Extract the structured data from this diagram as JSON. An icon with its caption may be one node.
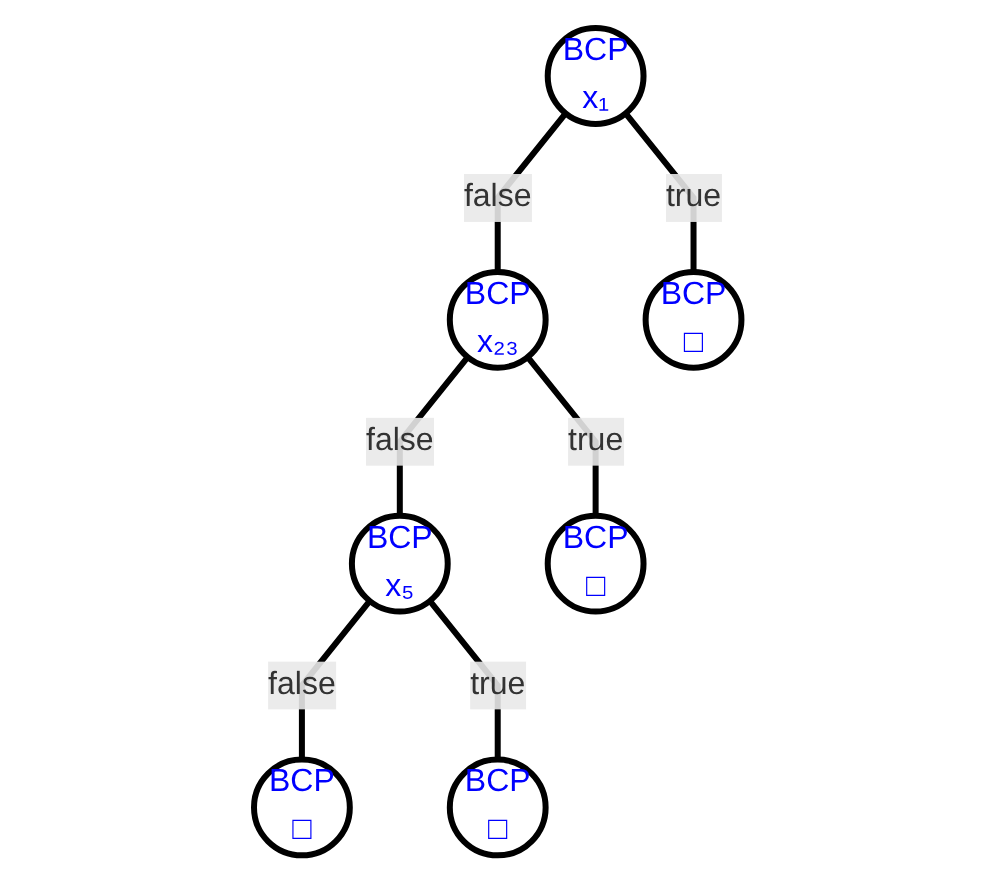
{
  "diagram": {
    "nodes": [
      {
        "text": [
          "BCP",
          "x₁"
        ]
      },
      {
        "text": [
          "BCP",
          "x₂₃"
        ]
      },
      {
        "text": [
          "BCP",
          "□"
        ]
      },
      {
        "text": [
          "BCP",
          "x₅"
        ]
      },
      {
        "text": [
          "BCP",
          "□"
        ]
      },
      {
        "text": [
          "BCP",
          "□"
        ]
      },
      {
        "text": [
          "BCP",
          "□"
        ]
      }
    ],
    "edges": [
      {
        "from": 0,
        "to": 1,
        "arrow": "none",
        "label": "false"
      },
      {
        "from": 0,
        "to": 2,
        "arrow": "none",
        "label": "true"
      },
      {
        "from": 1,
        "to": 3,
        "arrow": "none",
        "label": "false"
      },
      {
        "from": 1,
        "to": 4,
        "arrow": "none",
        "label": "true"
      },
      {
        "from": 3,
        "to": 5,
        "arrow": "none",
        "label": "false"
      },
      {
        "from": 3,
        "to": 6,
        "arrow": "none",
        "label": "true"
      }
    ]
  }
}
